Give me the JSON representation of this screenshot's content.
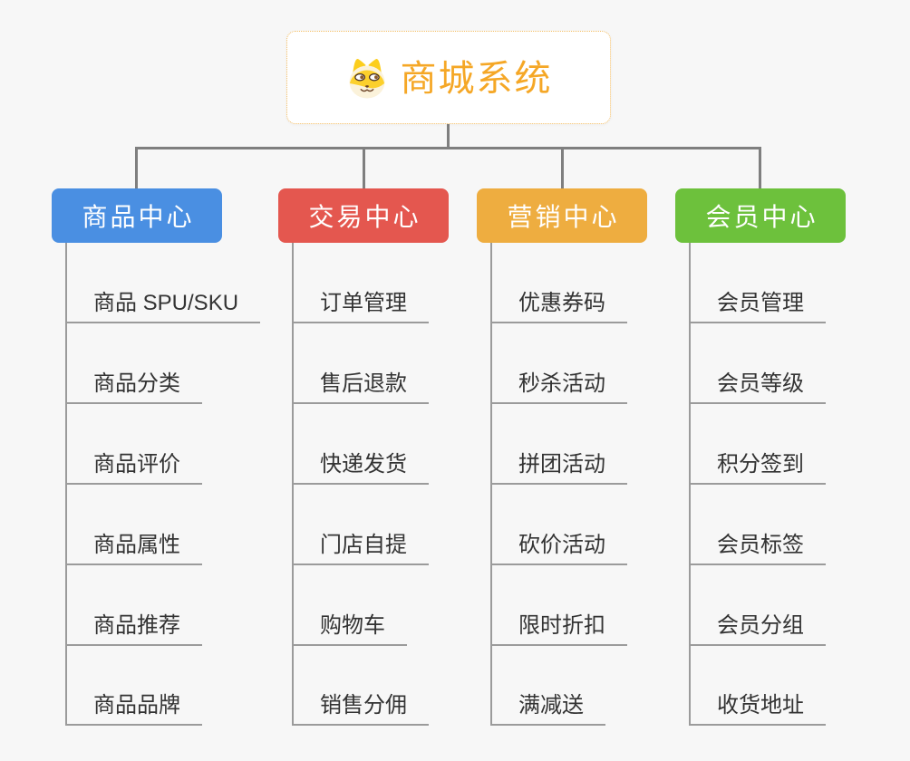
{
  "background_color": "#f7f7f7",
  "connector_color": "#7f7f7f",
  "child_line_color": "#9b9b9b",
  "root": {
    "title": "商城系统",
    "icon": "doge-face-icon",
    "text_color": "#f5a726",
    "border_color": "#f3bd63",
    "background_color": "#ffffff"
  },
  "branches": [
    {
      "label": "商品中心",
      "color": "#4a8fe2",
      "items": [
        "商品 SPU/SKU",
        "商品分类",
        "商品评价",
        "商品属性",
        "商品推荐",
        "商品品牌"
      ]
    },
    {
      "label": "交易中心",
      "color": "#e4574f",
      "items": [
        "订单管理",
        "售后退款",
        "快递发货",
        "门店自提",
        "购物车",
        "销售分佣"
      ]
    },
    {
      "label": "营销中心",
      "color": "#eead40",
      "items": [
        "优惠券码",
        "秒杀活动",
        "拼团活动",
        "砍价活动",
        "限时折扣",
        "满减送"
      ]
    },
    {
      "label": "会员中心",
      "color": "#6dc13c",
      "items": [
        "会员管理",
        "会员等级",
        "积分签到",
        "会员标签",
        "会员分组",
        "收货地址"
      ]
    }
  ]
}
